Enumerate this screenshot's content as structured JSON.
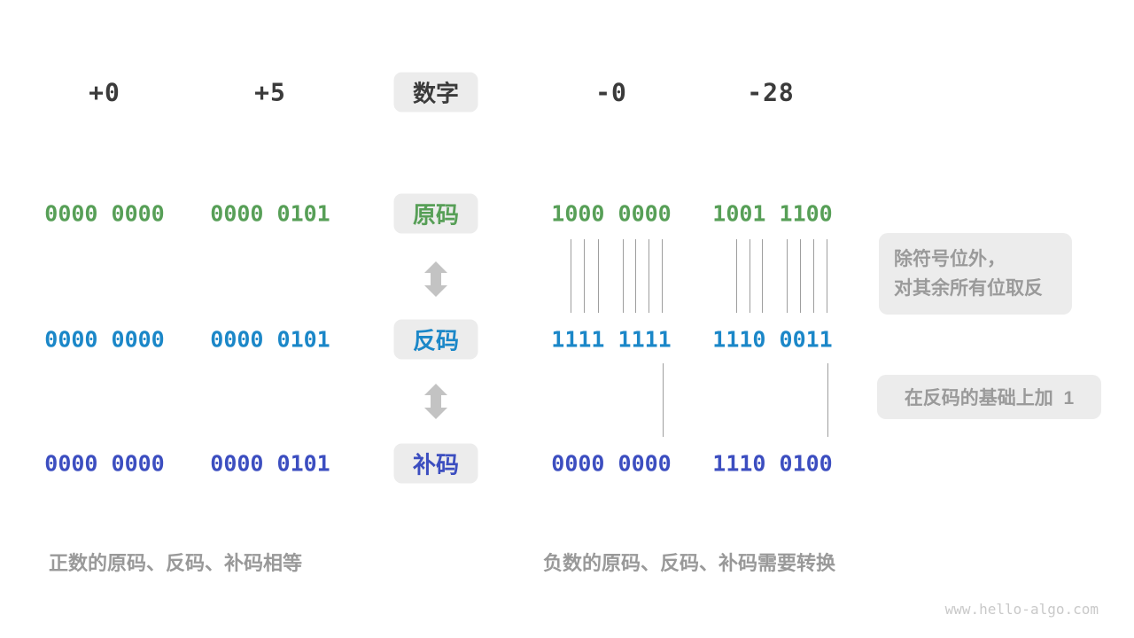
{
  "diagram": {
    "header_label": "数字",
    "row_labels": {
      "sign": "原码",
      "ones": "反码",
      "twos": "补码"
    },
    "columns": [
      {
        "number": "+0",
        "sign": "0000 0000",
        "ones": "0000 0000",
        "twos": "0000 0000"
      },
      {
        "number": "+5",
        "sign": "0000 0101",
        "ones": "0000 0101",
        "twos": "0000 0101"
      },
      {
        "number": "-0",
        "sign": "1000 0000",
        "ones": "1111 1111",
        "twos": "0000 0000"
      },
      {
        "number": "-28",
        "sign": "1001 1100",
        "ones": "1110 0011",
        "twos": "1110 0100"
      }
    ],
    "notes": [
      {
        "lines": [
          "除符号位外，",
          "对其余所有位取反"
        ]
      },
      {
        "lines": [
          "在反码的基础上加  1"
        ]
      }
    ],
    "captions": {
      "positive": "正数的原码、反码、补码相等",
      "negative": "负数的原码、反码、补码需要转换"
    },
    "colors": {
      "sign_magnitude_green": "#579f57",
      "ones_complement_blue": "#1b87c8",
      "twos_complement_indigo": "#3c4ec0",
      "number_dark": "#3b3b3b",
      "note_gray": "#9a9a9a",
      "box_background": "#ececec",
      "arrow_gray": "#c3c3c3"
    },
    "watermark": "www.hello-algo.com"
  }
}
